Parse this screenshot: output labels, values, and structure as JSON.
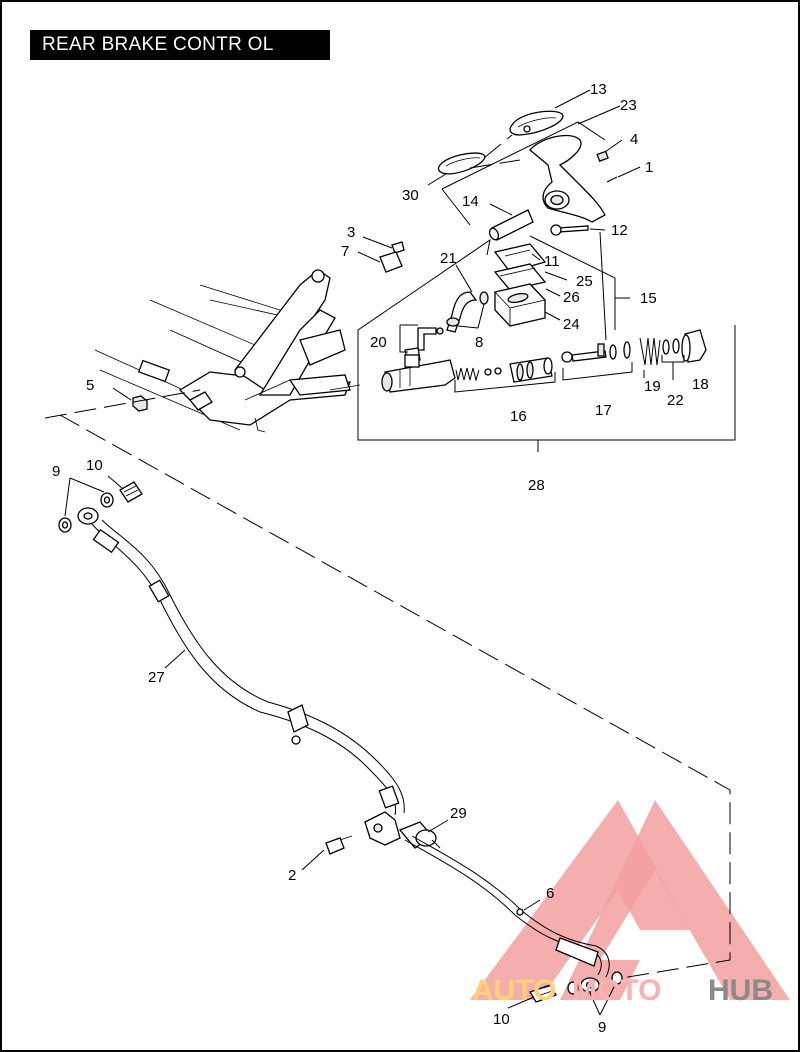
{
  "title": "REAR BRAKE CONTR OL",
  "callouts": [
    "1",
    "2",
    "3",
    "4",
    "5",
    "6",
    "7",
    "8",
    "9",
    "10",
    "11",
    "12",
    "13",
    "14",
    "15",
    "16",
    "17",
    "18",
    "19",
    "20",
    "21",
    "22",
    "23",
    "24",
    "25",
    "26",
    "27",
    "28",
    "29",
    "30",
    "9",
    "10"
  ],
  "watermark": {
    "part1": "AUTO",
    "part2": "MOTO",
    "part3": "HUB",
    "colors": {
      "triangle": "#f2a0a0",
      "part1": "#ffd27a",
      "part2": "#f6b3b3",
      "part3": "#8a8a8a"
    }
  }
}
